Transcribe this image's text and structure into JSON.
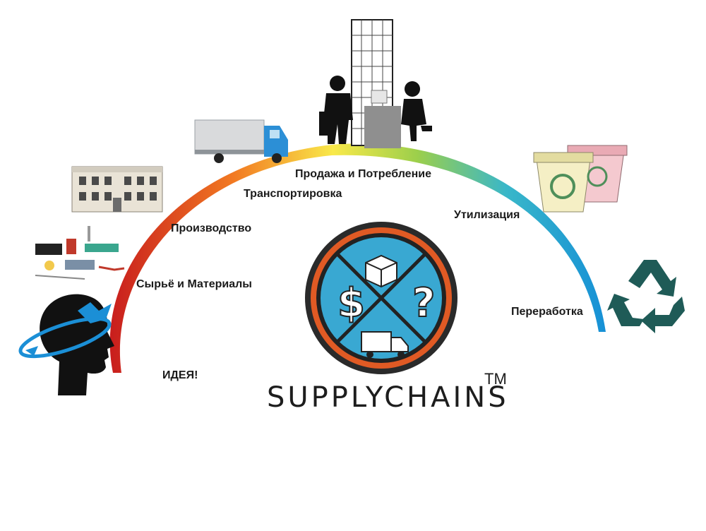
{
  "stages": {
    "idea": "ИДЕЯ!",
    "raw_materials": "Сырьё и Материалы",
    "production": "Производство",
    "transport": "Транспортировка",
    "sales": "Продажа и Потребление",
    "disposal": "Утилизация",
    "recycling": "Переработка"
  },
  "brand": {
    "name": "SUPPLYCHAINS",
    "trademark": "TM"
  },
  "colors": {
    "arc_start": "#d7261e",
    "arc_mid": "#f7e53a",
    "arc_end": "#1a9fd8",
    "badge_ring": "#e05a24",
    "badge_fill": "#39a8d2",
    "recycle_icon": "#1f5b57"
  },
  "icons": [
    "head-silhouette-icon",
    "components-icon",
    "factory-building-icon",
    "delivery-truck-icon",
    "business-people-icon",
    "recycle-bins-icon",
    "recycle-icon",
    "supply-chain-badge-icon"
  ]
}
